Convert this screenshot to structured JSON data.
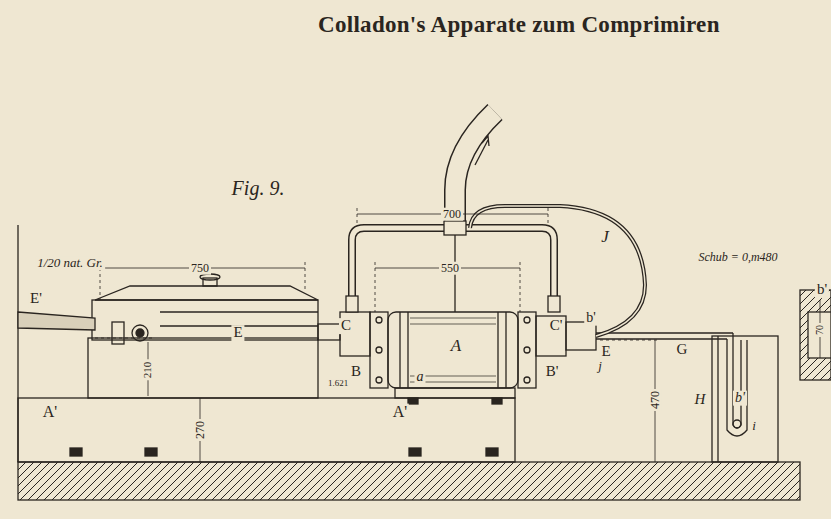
{
  "diagram": {
    "title": "Colladon's Apparate zum Comprimiren",
    "labels": [
      "Fig. 9.",
      "1/20 nat. Gr.",
      "750",
      "700",
      "J",
      "Schub = 0,m480",
      "550",
      "E'",
      "b'",
      "C",
      "C'",
      "b'",
      "E",
      "A",
      "E",
      "j",
      "G",
      "B",
      "B'",
      "210",
      "b'",
      "70",
      "470",
      "1.621",
      "a",
      "H",
      "A'",
      "A'",
      "270",
      "i"
    ]
  }
}
